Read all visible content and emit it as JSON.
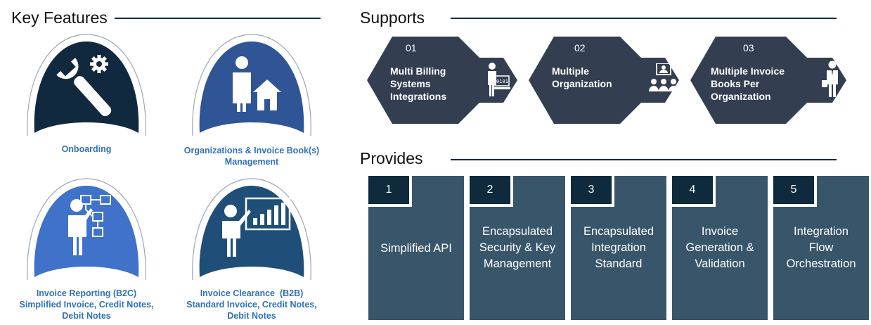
{
  "key_features": {
    "title": "Key Features",
    "items": [
      {
        "label_lines": [
          "Onboarding"
        ],
        "icon": "wrench-gear-icon",
        "color": "#10293f"
      },
      {
        "label_lines": [
          "Organizations & Invoice Book(s)",
          "Management"
        ],
        "icon": "person-house-icon",
        "color": "#2f5597"
      },
      {
        "label_lines": [
          "Invoice Reporting (B2C)",
          "Simplified Invoice, Credit Notes,",
          "Debit Notes"
        ],
        "icon": "person-flowchart-icon",
        "color": "#3f72c8"
      },
      {
        "label_lines": [
          "Invoice Clearance  (B2B)",
          "Standard Invoice, Credit Notes,",
          "Debit Notes"
        ],
        "icon": "presenter-chart-icon",
        "color": "#1f4e79"
      }
    ]
  },
  "supports": {
    "title": "Supports",
    "color": "#333f50",
    "items": [
      {
        "number": "01",
        "label_lines": [
          "Multi Billing",
          "Systems",
          "Integrations"
        ],
        "icon": "computer-user-icon"
      },
      {
        "number": "02",
        "label_lines": [
          "Multiple",
          "Organization"
        ],
        "icon": "group-meeting-icon"
      },
      {
        "number": "03",
        "label_lines": [
          "Multiple Invoice",
          "Books Per",
          "Organization"
        ],
        "icon": "businessman-icon"
      }
    ]
  },
  "provides": {
    "title": "Provides",
    "color": "#39556a",
    "items": [
      {
        "number": "1",
        "label_lines": [
          "Simplified API"
        ]
      },
      {
        "number": "2",
        "label_lines": [
          "Encapsulated",
          "Security & Key",
          "Management"
        ]
      },
      {
        "number": "3",
        "label_lines": [
          "Encapsulated",
          "Integration",
          "Standard"
        ]
      },
      {
        "number": "4",
        "label_lines": [
          "Invoice",
          "Generation &",
          "Validation"
        ]
      },
      {
        "number": "5",
        "label_lines": [
          "Integration",
          "Flow",
          "Orchestration"
        ]
      }
    ]
  }
}
